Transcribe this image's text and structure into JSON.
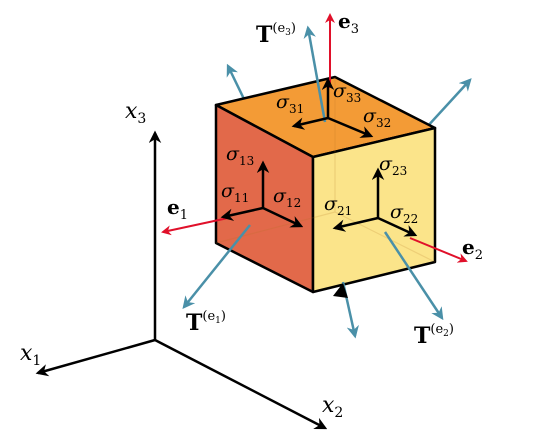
{
  "colors": {
    "top_face": "#f39b36",
    "left_face": "#e2694a",
    "right_face": "#fbe48a",
    "traction": "#4a90a8",
    "basis": "#e0102a",
    "axis": "#000000"
  },
  "axes": {
    "x1": "x",
    "x1_sub": "1",
    "x2": "x",
    "x2_sub": "2",
    "x3": "x",
    "x3_sub": "3"
  },
  "basis": {
    "e1": "e",
    "e1_sub": "1",
    "e2": "e",
    "e2_sub": "2",
    "e3": "e",
    "e3_sub": "3"
  },
  "tractions": {
    "t1": "T",
    "t1_sup": "(e",
    "t1_supsub": "1",
    "t1_close": ")",
    "t2": "T",
    "t2_sup": "(e",
    "t2_supsub": "2",
    "t2_close": ")",
    "t3": "T",
    "t3_sup": "(e",
    "t3_supsub": "3",
    "t3_close": ")"
  },
  "stresses": {
    "sigma": "σ",
    "s11": "11",
    "s12": "12",
    "s13": "13",
    "s21": "21",
    "s22": "22",
    "s23": "23",
    "s31": "31",
    "s32": "32",
    "s33": "33"
  }
}
